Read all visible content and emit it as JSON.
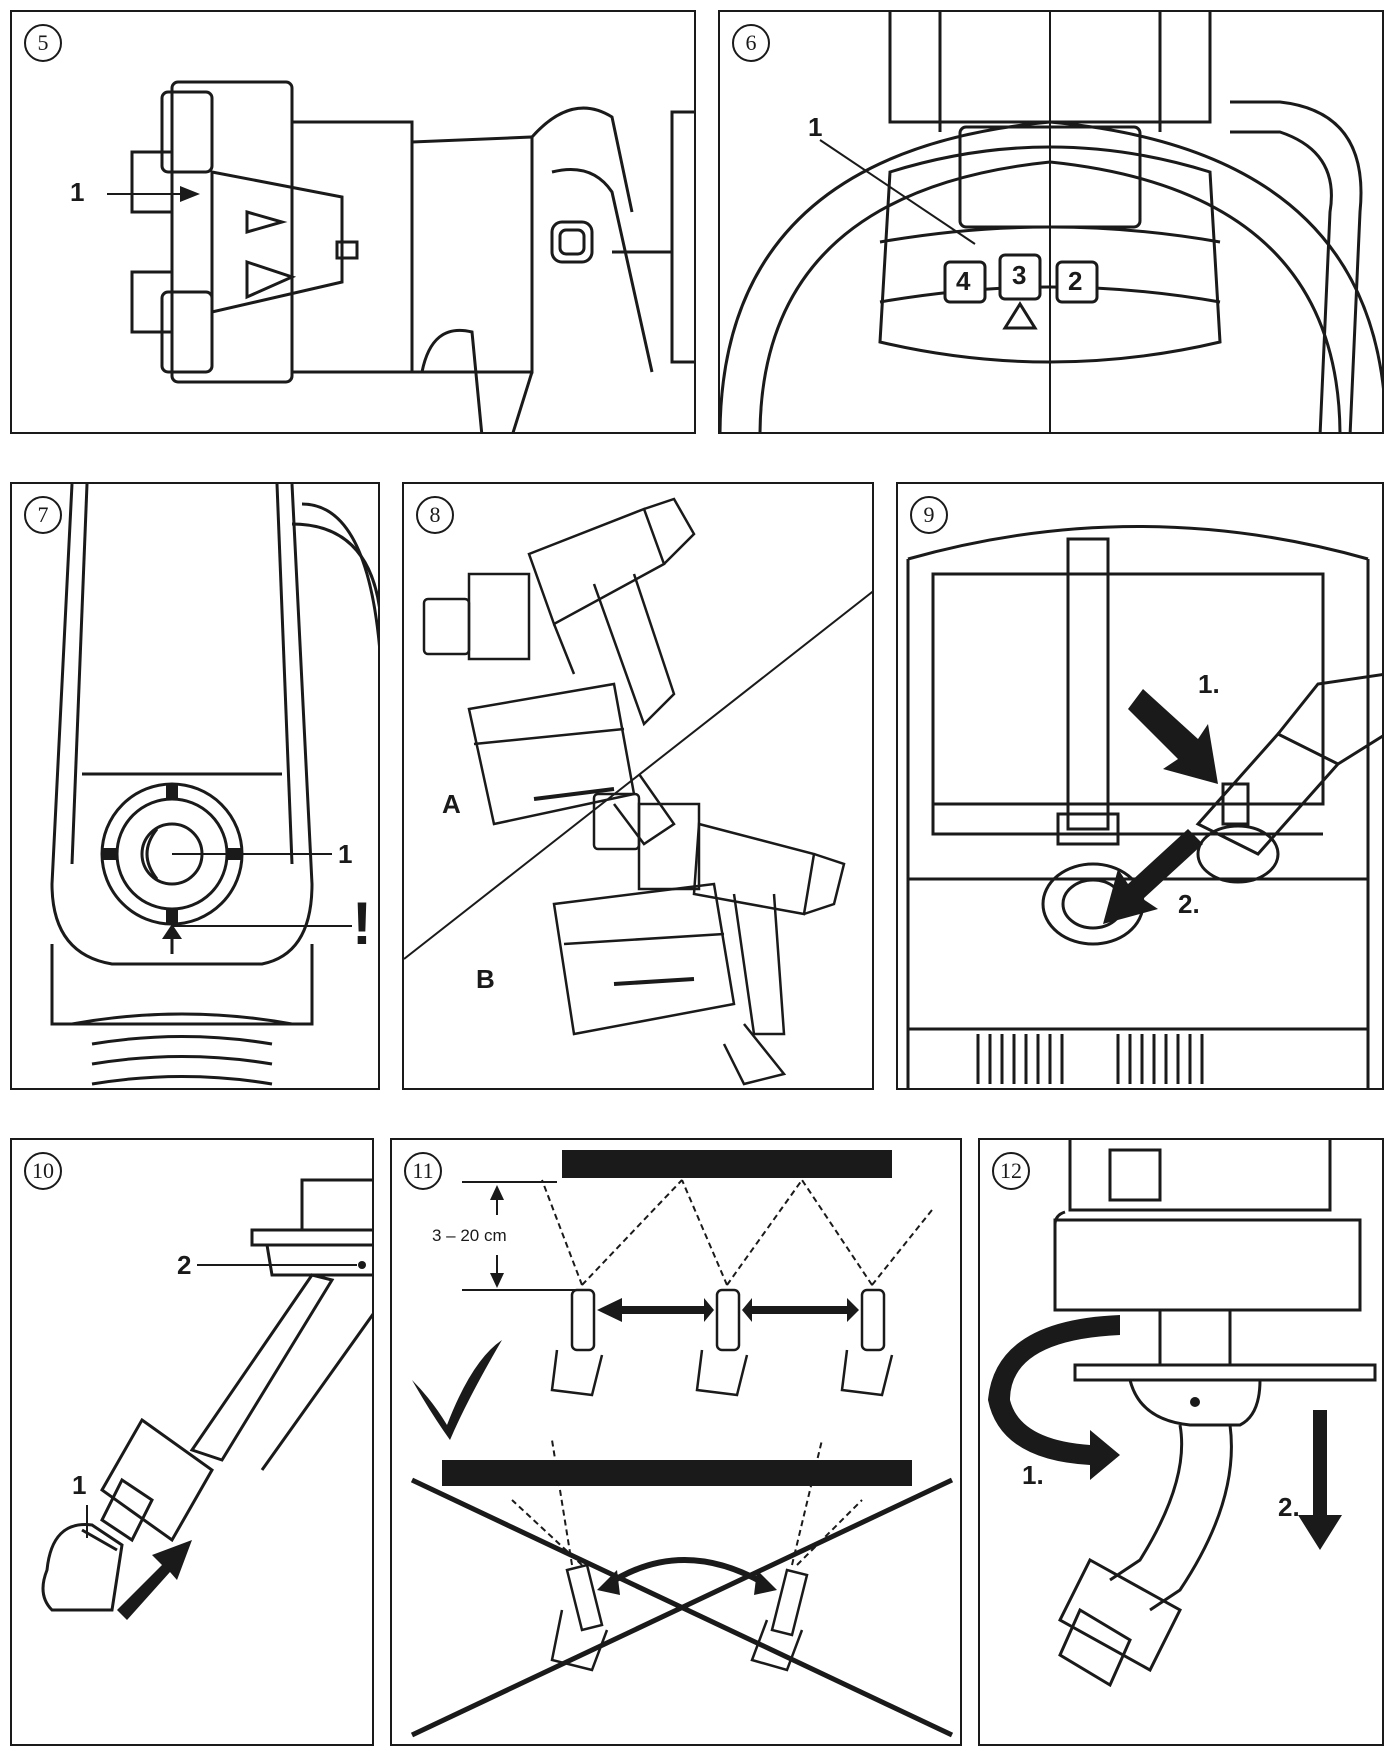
{
  "panels": [
    {
      "number": "5",
      "labels": {
        "part": "1"
      }
    },
    {
      "number": "6",
      "labels": {
        "part": "1",
        "dial": [
          "4",
          "3",
          "2"
        ]
      }
    },
    {
      "number": "7",
      "labels": {
        "part": "1",
        "warning": "!"
      }
    },
    {
      "number": "8",
      "labels": {
        "a": "A",
        "b": "B"
      }
    },
    {
      "number": "9",
      "labels": {
        "step1": "1.",
        "step2": "2."
      }
    },
    {
      "number": "10",
      "labels": {
        "part1": "1",
        "part2": "2"
      }
    },
    {
      "number": "11",
      "labels": {
        "distance": "3 – 20 cm"
      }
    },
    {
      "number": "12",
      "labels": {
        "step1": "1.",
        "step2": "2."
      }
    }
  ],
  "colors": {
    "ink": "#1a1a1a",
    "paper": "#ffffff"
  }
}
